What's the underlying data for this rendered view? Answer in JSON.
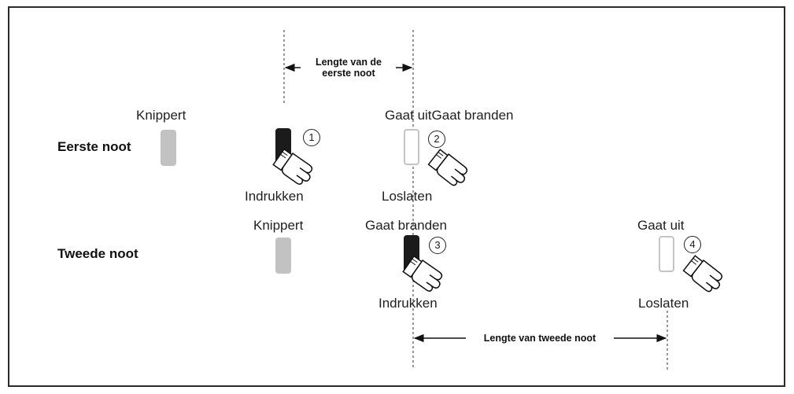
{
  "rows": {
    "first": "Eerste noot",
    "second": "Tweede noot"
  },
  "labels": {
    "blink_1": "Knippert",
    "press_1": "Indrukken",
    "off_on": "Gaat uitGaat branden",
    "release_1": "Loslaten",
    "blink_2": "Knippert",
    "on_2": "Gaat branden",
    "press_2": "Indrukken",
    "off_2": "Gaat uit",
    "release_2": "Loslaten"
  },
  "dimensions": {
    "first_line1": "Lengte van de",
    "first_line2": "eerste noot",
    "second": "Lengte van tweede noot"
  },
  "steps": [
    "1",
    "2",
    "3",
    "4"
  ],
  "colors": {
    "key_pressed": "#1b1b1b",
    "key_blinking": "#c2c2c2",
    "key_off_outline": "#c4c4c4",
    "frame": "#2a2a2a"
  }
}
